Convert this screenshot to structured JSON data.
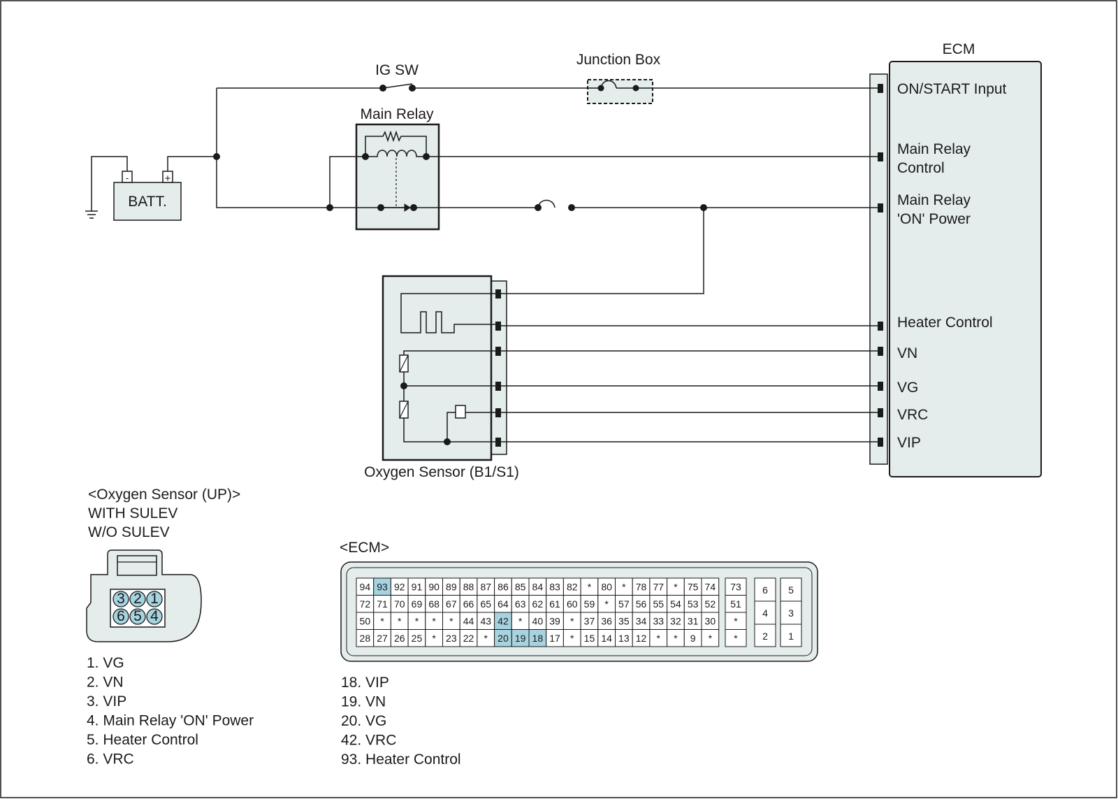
{
  "diagram": {
    "labels": {
      "ig_sw": "IG SW",
      "junction_box": "Junction Box",
      "ecm": "ECM",
      "main_relay": "Main Relay",
      "batt": "BATT.",
      "batt_neg": "-",
      "batt_pos": "+",
      "oxygen_sensor": "Oxygen Sensor (B1/S1)"
    },
    "ecm_terminals": [
      {
        "id": "on_start",
        "lines": [
          "ON/START Input"
        ]
      },
      {
        "id": "main_relay_control",
        "lines": [
          "Main Relay",
          "Control"
        ]
      },
      {
        "id": "main_relay_on_power",
        "lines": [
          "Main Relay",
          "'ON' Power"
        ]
      },
      {
        "id": "heater_control",
        "lines": [
          "Heater Control"
        ]
      },
      {
        "id": "vn",
        "lines": [
          "VN"
        ]
      },
      {
        "id": "vg",
        "lines": [
          "VG"
        ]
      },
      {
        "id": "vrc",
        "lines": [
          "VRC"
        ]
      },
      {
        "id": "vip",
        "lines": [
          "VIP"
        ]
      }
    ],
    "sensor_connector": {
      "title_lines": [
        "<Oxygen Sensor (UP)>",
        "WITH SULEV",
        "W/O SULEV"
      ],
      "pins_top": [
        "3",
        "2",
        "1"
      ],
      "pins_bottom": [
        "6",
        "5",
        "4"
      ],
      "pin_list": [
        "1. VG",
        "2. VN",
        "3. VIP",
        "4. Main Relay  'ON' Power",
        "5. Heater Control",
        "6. VRC"
      ]
    },
    "ecm_connector": {
      "title": "<ECM>",
      "grid_rows": [
        [
          "94",
          "93",
          "92",
          "91",
          "90",
          "89",
          "88",
          "87",
          "86",
          "85",
          "84",
          "83",
          "82",
          "*",
          "80",
          "*",
          "78",
          "77",
          "*",
          "75",
          "74"
        ],
        [
          "72",
          "71",
          "70",
          "69",
          "68",
          "67",
          "66",
          "65",
          "64",
          "63",
          "62",
          "61",
          "60",
          "59",
          "*",
          "57",
          "56",
          "55",
          "54",
          "53",
          "52"
        ],
        [
          "50",
          "*",
          "*",
          "*",
          "*",
          "*",
          "44",
          "43",
          "42",
          "*",
          "40",
          "39",
          "*",
          "37",
          "36",
          "35",
          "34",
          "33",
          "32",
          "31",
          "30"
        ],
        [
          "28",
          "27",
          "26",
          "25",
          "*",
          "23",
          "22",
          "*",
          "20",
          "19",
          "18",
          "17",
          "*",
          "15",
          "14",
          "13",
          "12",
          "*",
          "*",
          "9",
          "*"
        ]
      ],
      "highlighted": [
        "93",
        "42",
        "20",
        "19",
        "18"
      ],
      "side_column": [
        "73",
        "51",
        "*",
        "*"
      ],
      "block_left": [
        "6",
        "4",
        "2"
      ],
      "block_right": [
        "5",
        "3",
        "1"
      ],
      "pin_list": [
        "18. VIP",
        "19. VN",
        "20. VG",
        "42. VRC",
        "93. Heater Control"
      ]
    },
    "colors": {
      "line": "#1a1a1a",
      "box_fill": "#e4ecec",
      "pin_highlight": "#a6d3df"
    }
  }
}
